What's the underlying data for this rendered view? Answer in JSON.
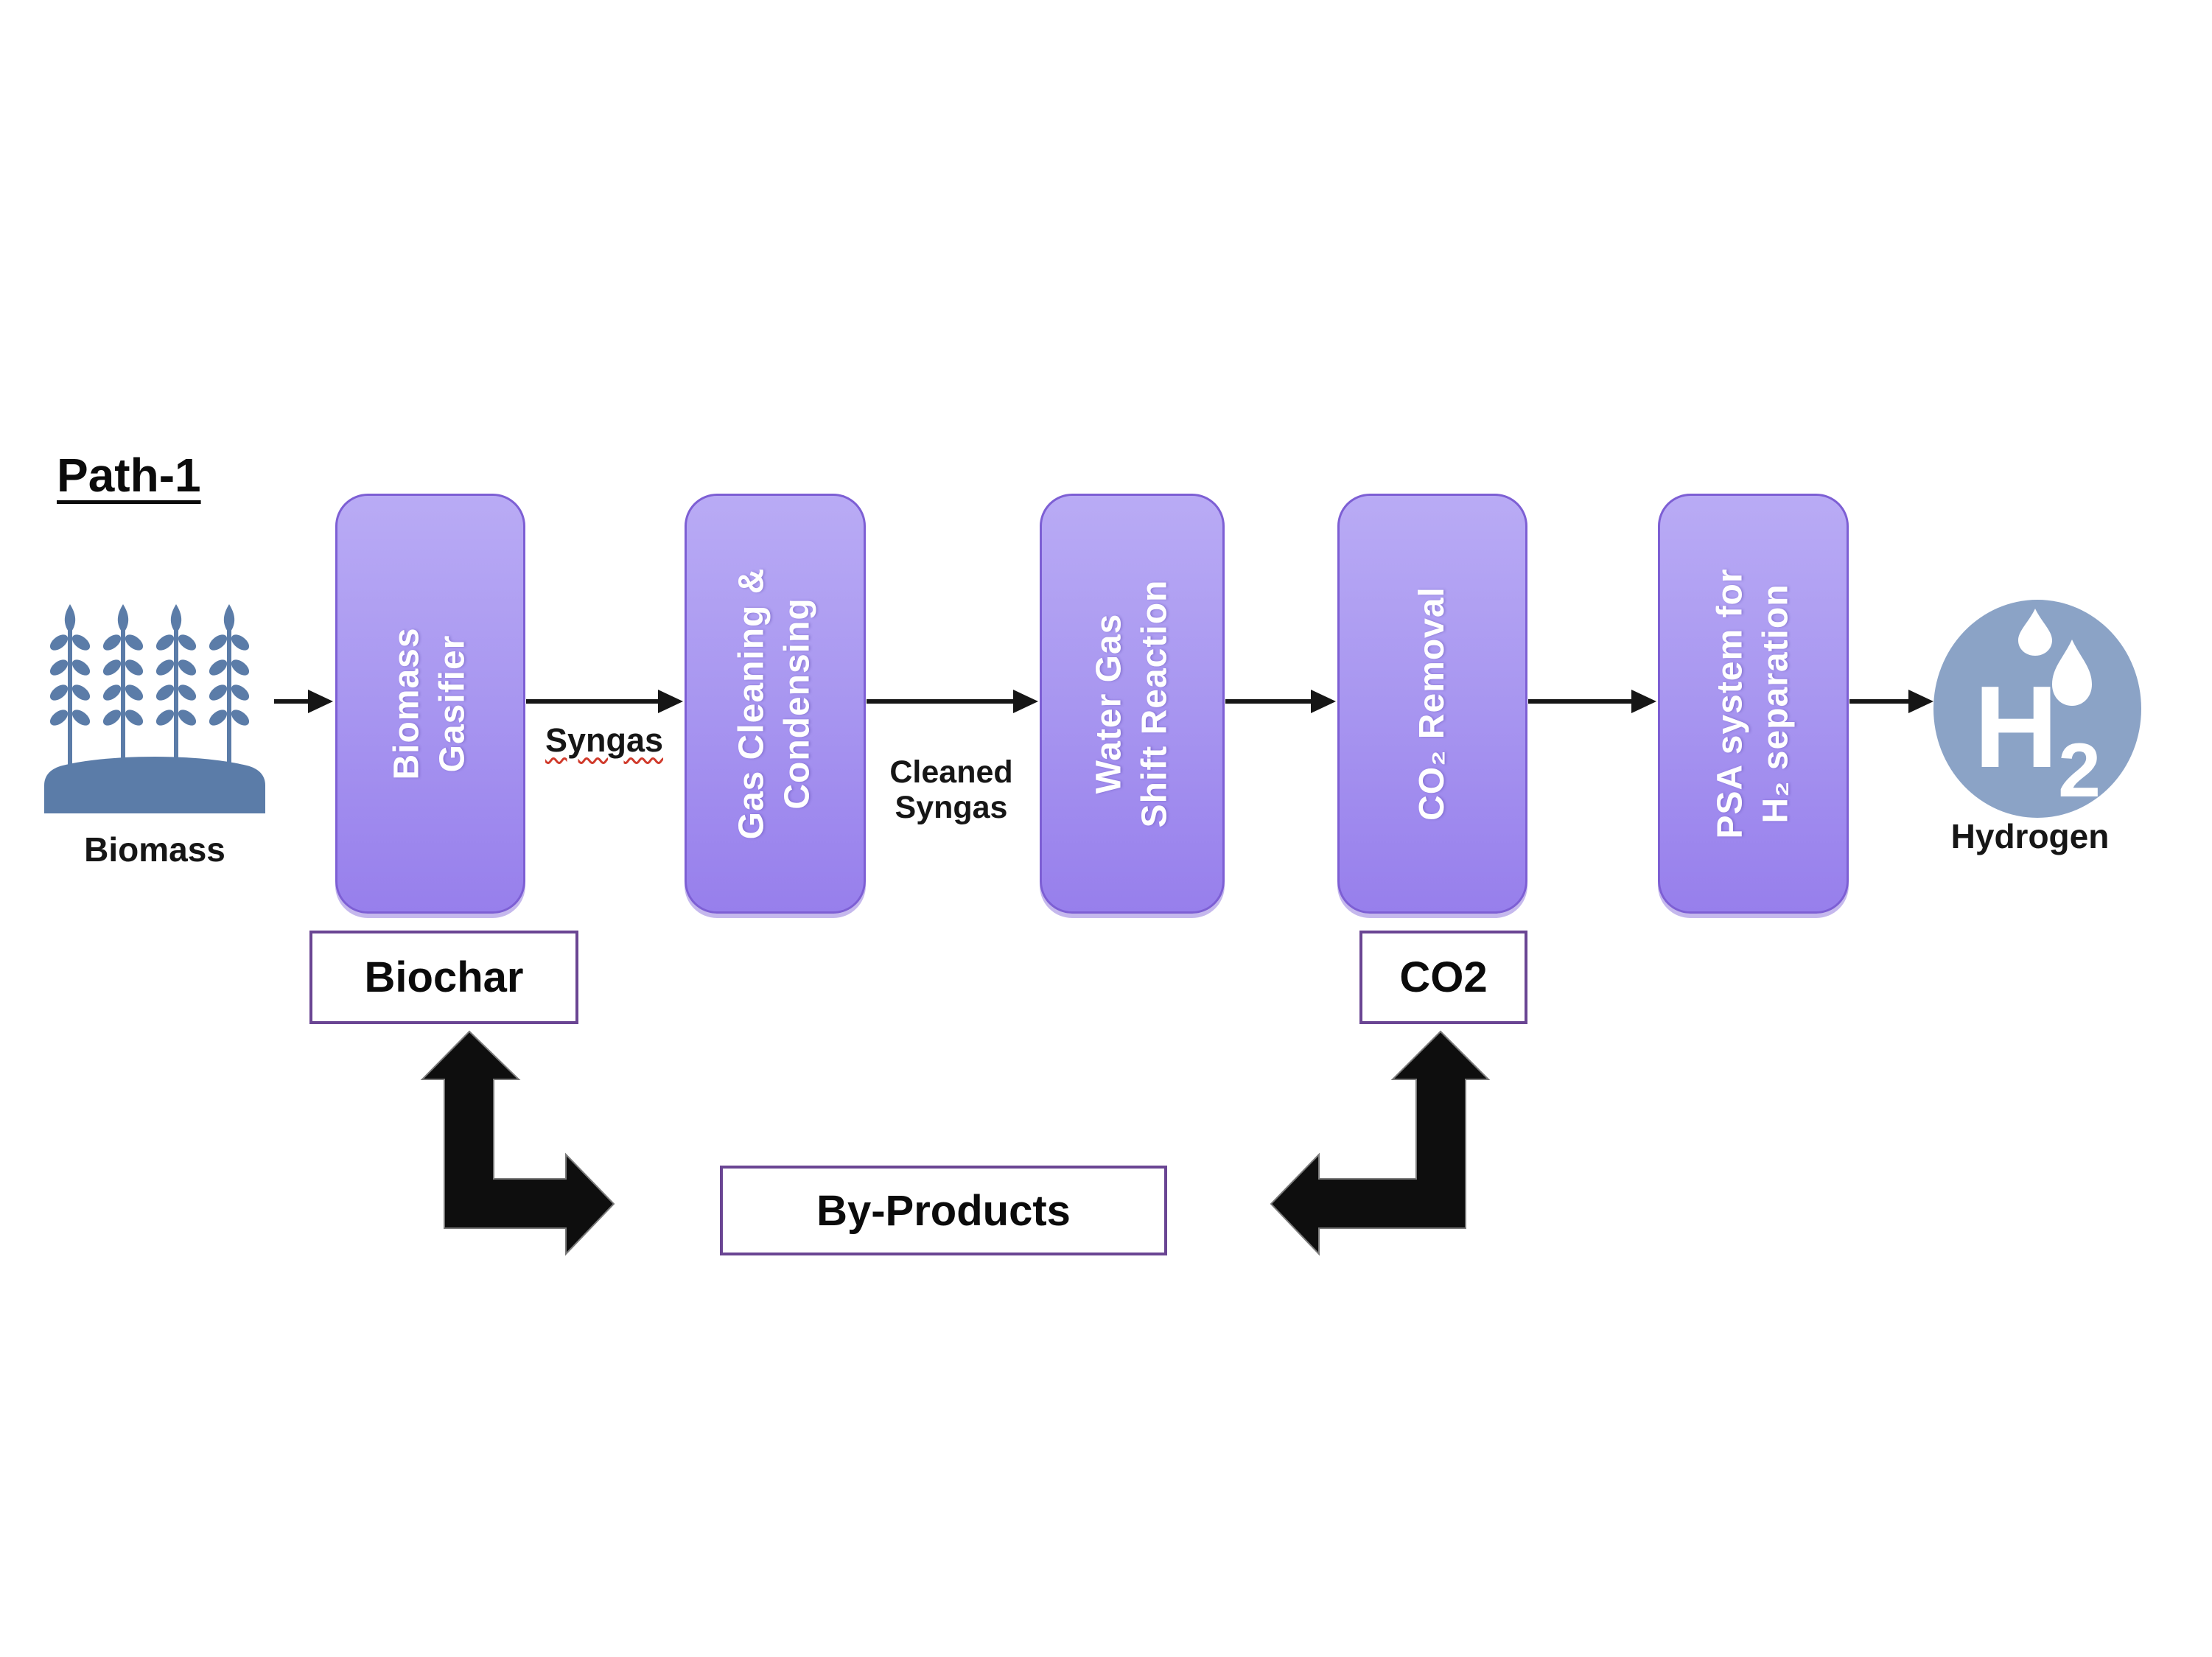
{
  "title": "Path-1",
  "colors": {
    "box_fill_top": "#b9abf5",
    "box_fill_bottom": "#977fec",
    "box_border": "#7d5fd4",
    "small_box_border": "#6a4593",
    "arrow_black": "#161616",
    "biomass_blue": "#5b7ca8",
    "hydrogen_circle_blue": "#8ba3c6",
    "syngas_underline_red": "#d03a2b",
    "box_text_white": "#ffffff",
    "label_text_black": "#161616"
  },
  "source": {
    "icon": "wheat-field-icon",
    "label": "Biomass"
  },
  "process_boxes": [
    {
      "line1": "Biomass",
      "line2": "Gasifier"
    },
    {
      "line1": "Gas Cleaning &",
      "line2": "Condensing"
    },
    {
      "line1": "Water Gas",
      "line2": "Shift Reaction"
    },
    {
      "line1": "CO₂ Removal"
    },
    {
      "line1": "PSA system for",
      "line2": "H₂ separation"
    }
  ],
  "flow_labels": {
    "syngas": "Syngas",
    "cleaned_syngas": {
      "line1": "Cleaned",
      "line2": "Syngas"
    }
  },
  "product": {
    "icon": "h2-droplets-icon",
    "icon_main": "H",
    "icon_sub": "2",
    "label": "Hydrogen"
  },
  "byproducts": {
    "biochar": "Biochar",
    "co2": "CO2",
    "collector": "By-Products"
  }
}
